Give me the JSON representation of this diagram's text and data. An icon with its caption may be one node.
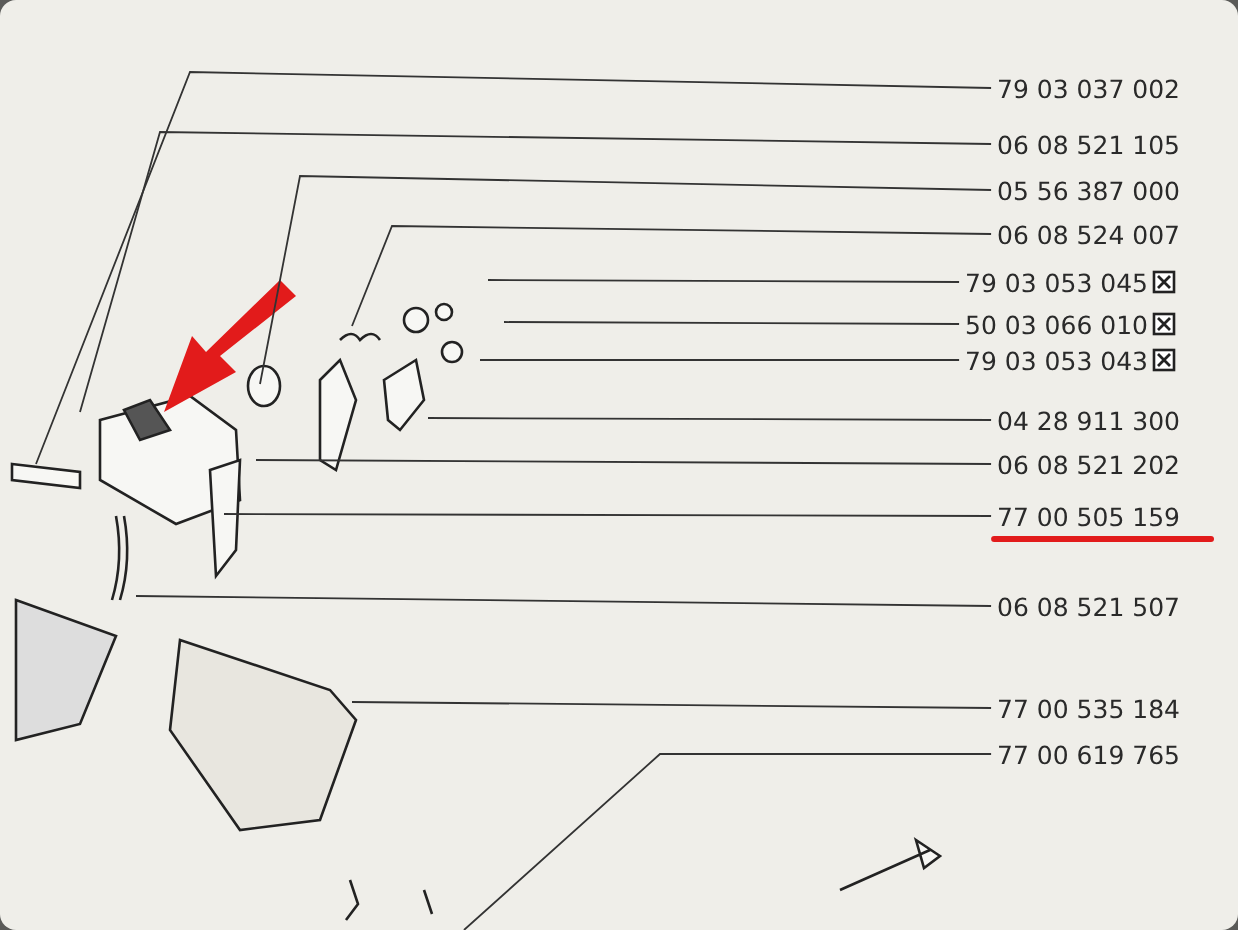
{
  "diagram": {
    "nodes": [
      {
        "text": [
          "79 03 037 002"
        ]
      },
      {
        "text": [
          "06 08 521 105"
        ]
      },
      {
        "text": [
          "05 56 387 000"
        ]
      },
      {
        "text": [
          "06 08 524 007"
        ]
      },
      {
        "text": [
          "79 03 053 045"
        ]
      },
      {
        "text": [
          "50 03 066 010"
        ]
      },
      {
        "text": [
          "79 03 053 043"
        ]
      },
      {
        "text": [
          "04 28 911 300"
        ]
      },
      {
        "text": [
          "06 08 521 202"
        ]
      },
      {
        "text": [
          "77 00 505 159"
        ]
      },
      {
        "text": [
          "06 08 521 507"
        ]
      },
      {
        "text": [
          "77 00 535 184"
        ]
      },
      {
        "text": [
          "77 00 619 765"
        ]
      }
    ],
    "edges": [
      {
        "from": 0,
        "to": null,
        "arrow": "none"
      },
      {
        "from": 1,
        "to": null,
        "arrow": "none"
      },
      {
        "from": 2,
        "to": null,
        "arrow": "none"
      },
      {
        "from": 3,
        "to": null,
        "arrow": "none"
      },
      {
        "from": 4,
        "to": null,
        "arrow": "none"
      },
      {
        "from": 5,
        "to": null,
        "arrow": "none"
      },
      {
        "from": 6,
        "to": null,
        "arrow": "none"
      },
      {
        "from": 7,
        "to": null,
        "arrow": "none"
      },
      {
        "from": 8,
        "to": null,
        "arrow": "none"
      },
      {
        "from": 9,
        "to": null,
        "arrow": "none"
      },
      {
        "from": 10,
        "to": null,
        "arrow": "none"
      },
      {
        "from": 11,
        "to": null,
        "arrow": "none"
      },
      {
        "from": 12,
        "to": null,
        "arrow": "none"
      }
    ]
  }
}
